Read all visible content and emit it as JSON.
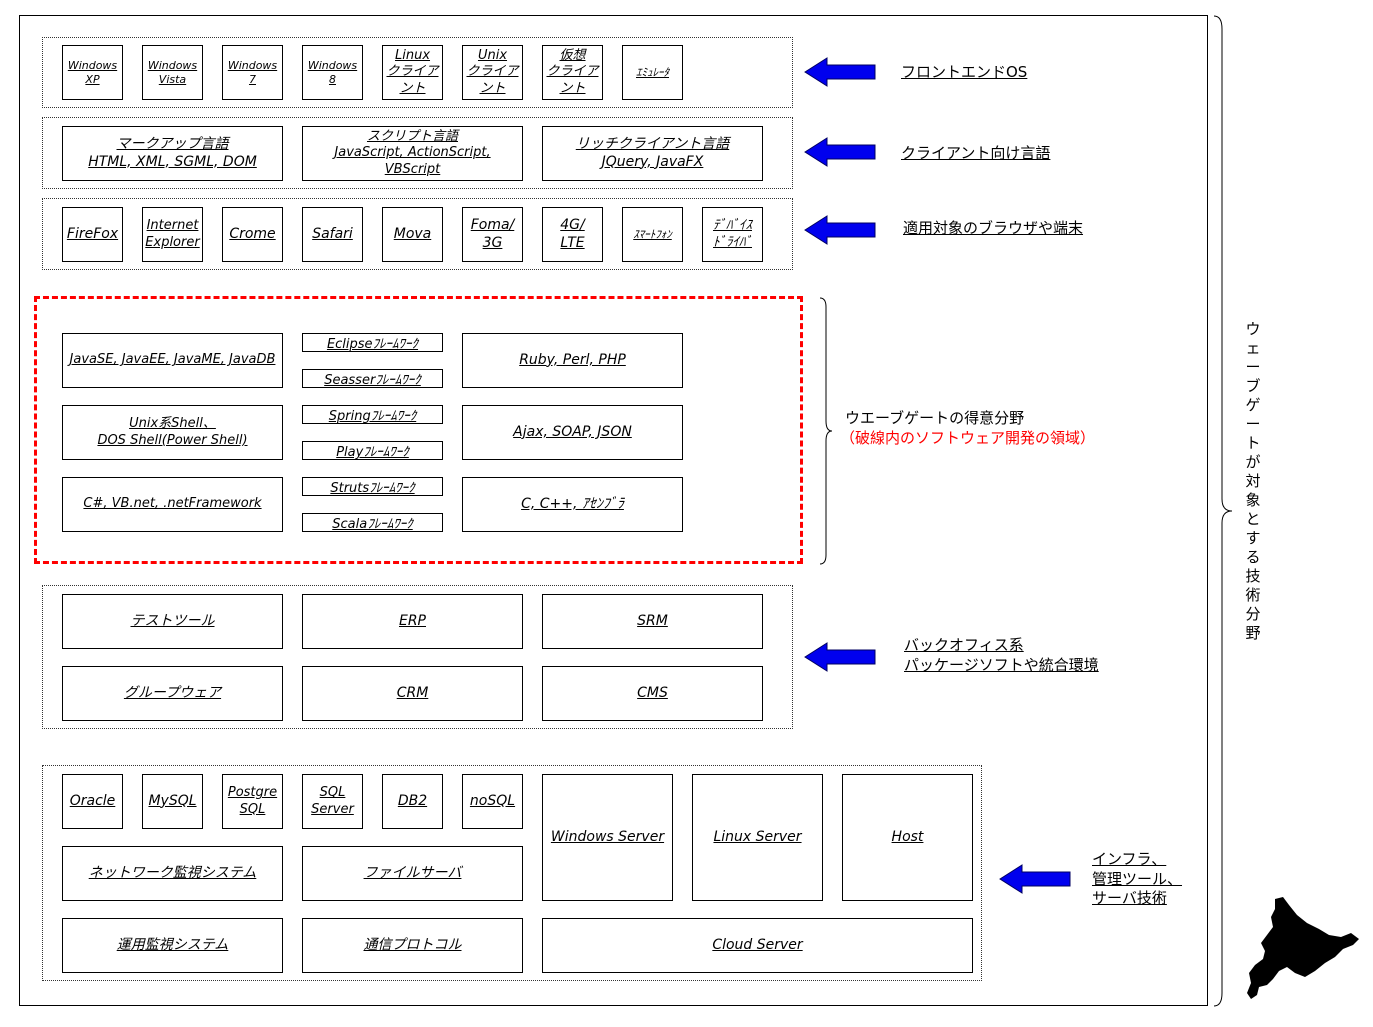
{
  "frontend_os": {
    "items": [
      "Windows\nXP",
      "Windows\nVista",
      "Windows\n7",
      "Windows\n8",
      "Linux\nクライアント",
      "Unix\nクライアント",
      "仮想\nクライアント",
      "ｴﾐｭﾚｰﾀ"
    ],
    "label": "フロントエンドOS"
  },
  "client_languages": {
    "items": [
      "マークアップ言語\nHTML, XML, SGML, DOM",
      "スクリプト言語\nJavaScript, ActionScript,\nVBScript",
      "リッチクライアント言語\nJQuery, JavaFX"
    ],
    "label": "クライアント向け言語"
  },
  "browsers": {
    "items": [
      "FireFox",
      "Internet\nExplorer",
      "Crome",
      "Safari",
      "Mova",
      "Foma/\n3G",
      "4G/\nLTE",
      "ｽﾏｰﾄﾌｫﾝ",
      "ﾃﾞﾊﾞｲｽ\nﾄﾞﾗｲﾊﾞ"
    ],
    "label": "適用対象のブラウザや端末"
  },
  "development": {
    "left": [
      "JavaSE, JavaEE, JavaME, JavaDB",
      "Unix系Shell、\nDOS Shell(Power Shell)",
      "C#, VB.net, .netFramework"
    ],
    "frameworks": [
      "Eclipseﾌﾚｰﾑﾜｰｸ",
      "Seasserﾌﾚｰﾑﾜｰｸ",
      "Springﾌﾚｰﾑﾜｰｸ",
      "Playﾌﾚｰﾑﾜｰｸ",
      "Strutsﾌﾚｰﾑﾜｰｸ",
      "Scalaﾌﾚｰﾑﾜｰｸ"
    ],
    "right": [
      "Ruby, Perl, PHP",
      "Ajax, SOAP, JSON",
      "C, C++, ｱｾﾝﾌﾞﾗ"
    ],
    "label_line1": "ウエーブゲートの得意分野",
    "label_line2": "（破線内のソフトウェア開発の領域）"
  },
  "backoffice": {
    "items": [
      "テストツール",
      "ERP",
      "SRM",
      "グループウェア",
      "CRM",
      "CMS"
    ],
    "label": "バックオフィス系\nパッケージソフトや統合環境"
  },
  "infrastructure": {
    "databases": [
      "Oracle",
      "MySQL",
      "Postgre\nSQL",
      "SQL\nServer",
      "DB2",
      "noSQL"
    ],
    "servers": [
      "Windows Server",
      "Linux Server",
      "Host"
    ],
    "network_monitor": "ネットワーク監視システム",
    "file_server": "ファイルサーバ",
    "ops_monitor": "運用監視システム",
    "protocol": "通信プロトコル",
    "cloud": "Cloud Server",
    "label": "インフラ、\n管理ツール、\nサーバ技術"
  },
  "vertical_title": "ウェーブゲートが対象とする技術分野",
  "colors": {
    "arrow": "#0000ee",
    "dashed_border": "#ff0000",
    "note_red": "#ff0000"
  },
  "icons": {
    "region_map": "hokkaido-map-icon"
  }
}
